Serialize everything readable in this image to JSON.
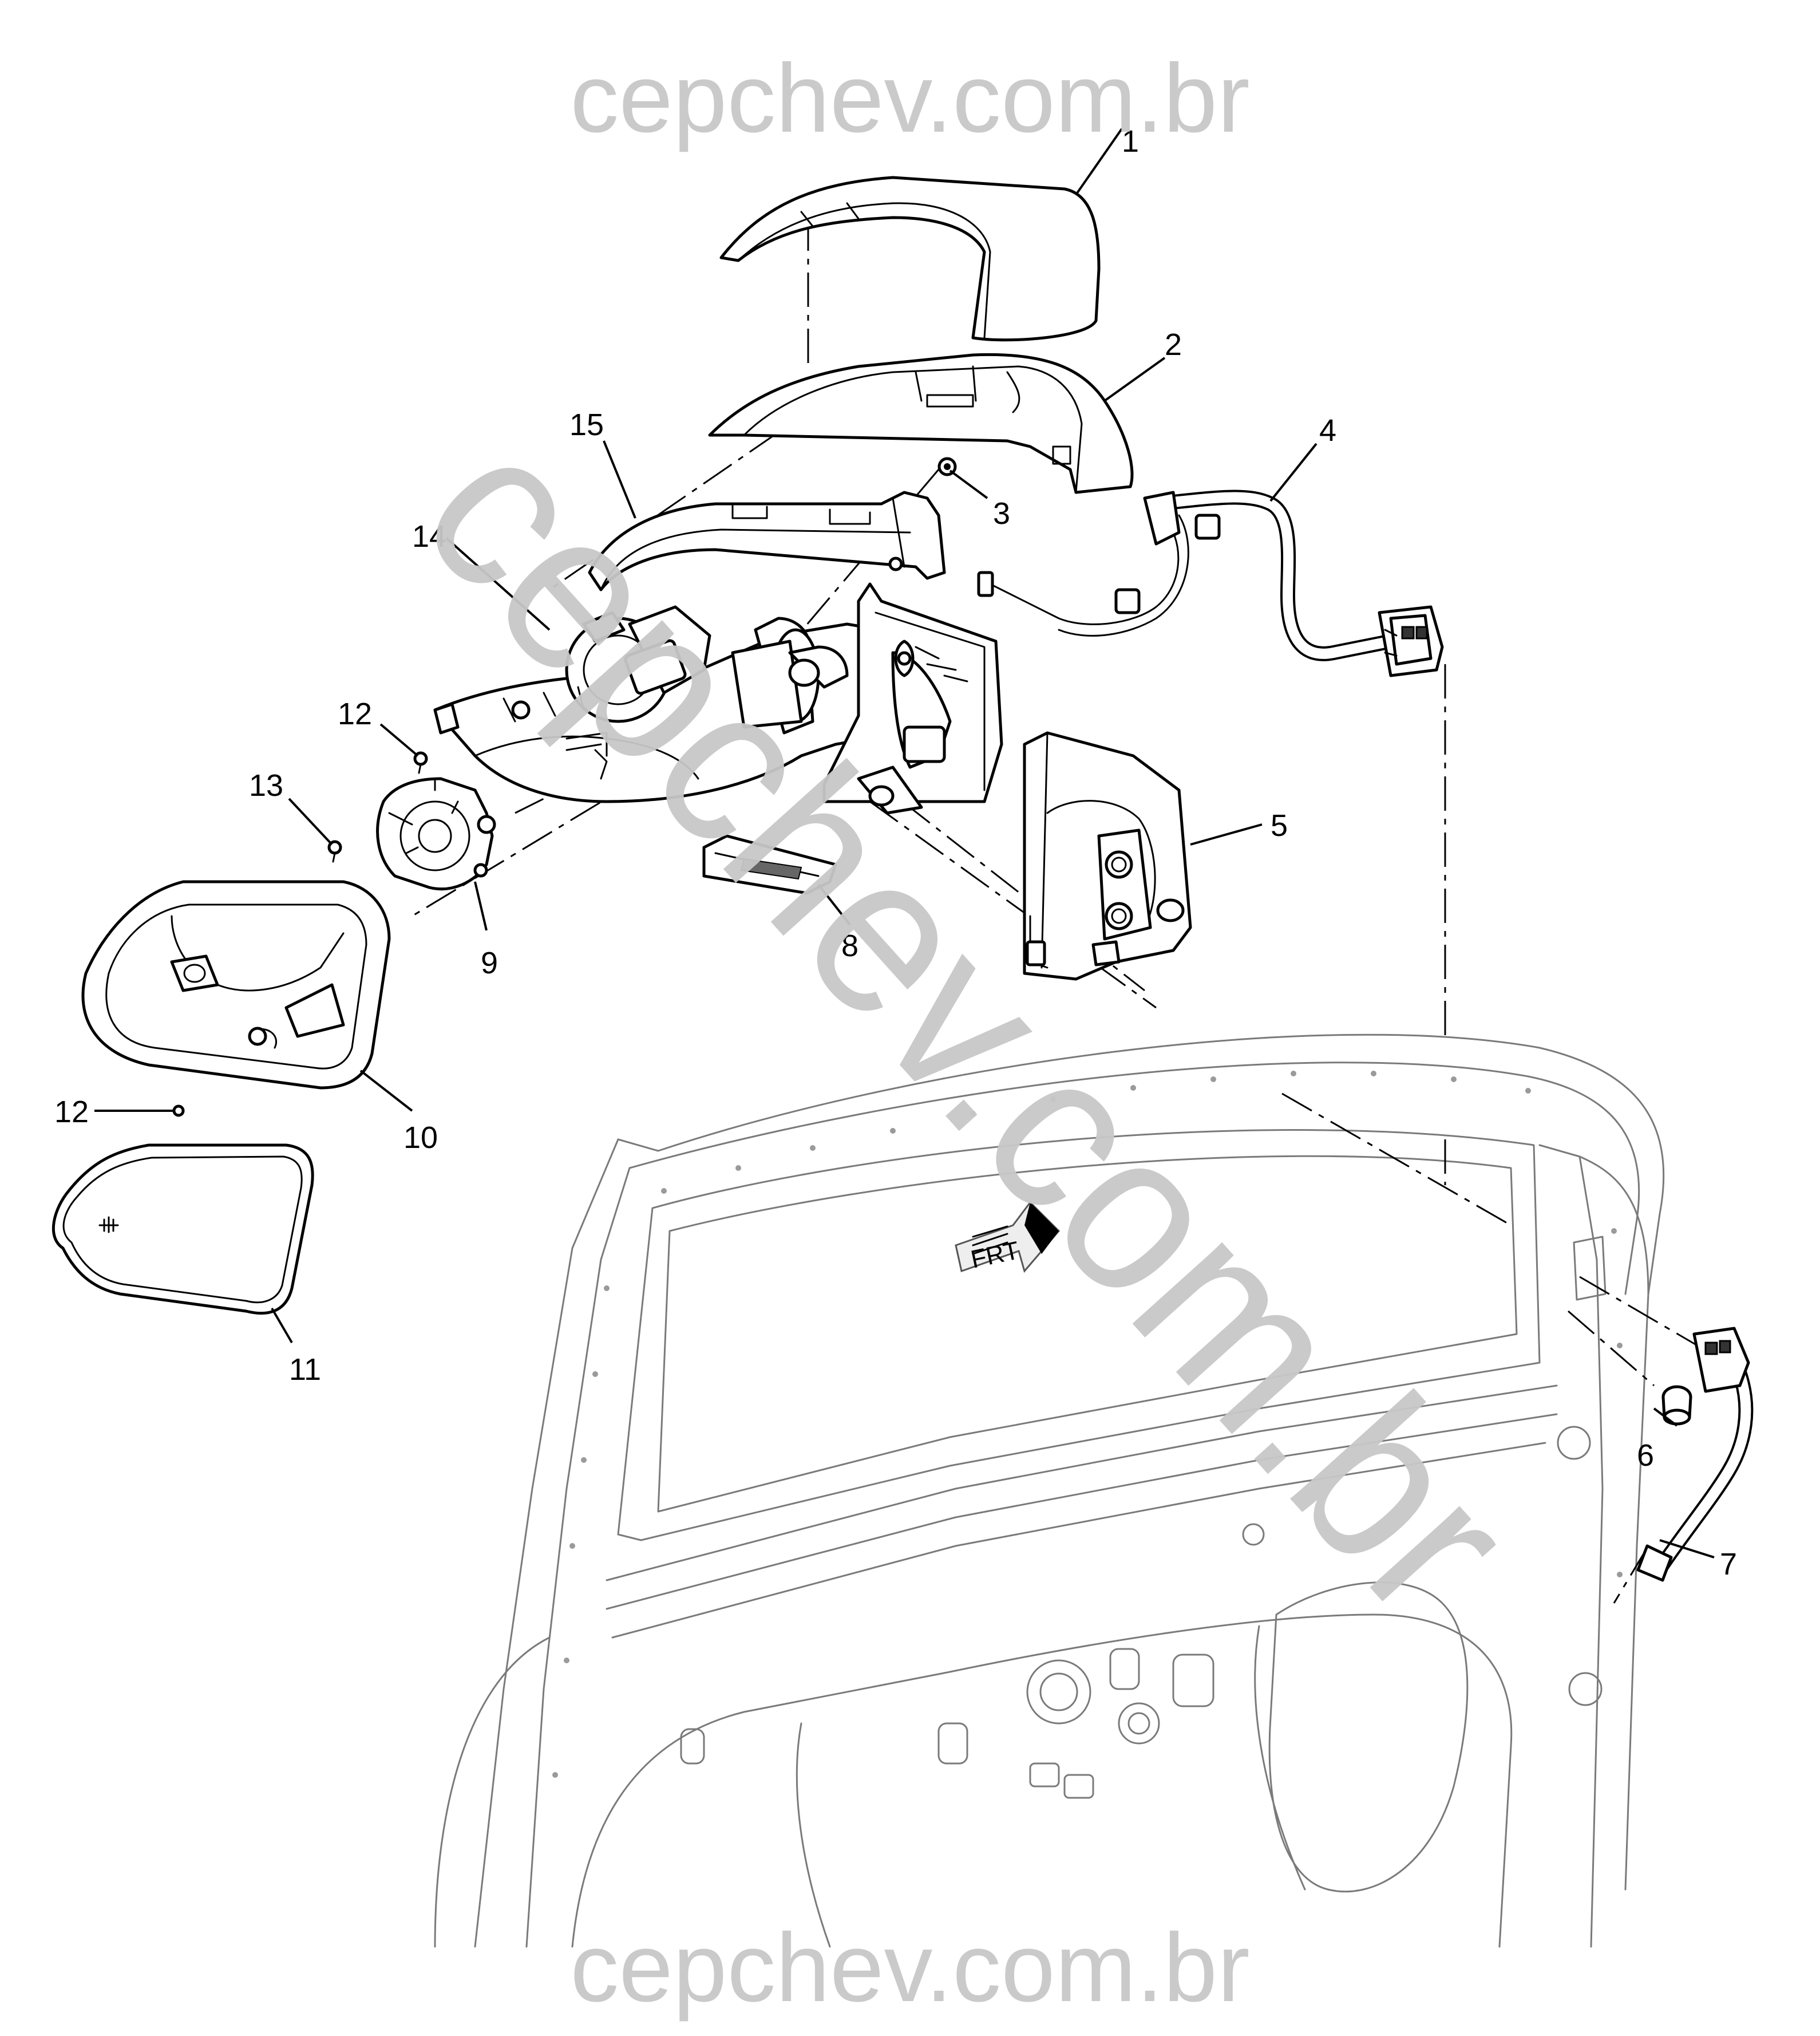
{
  "watermark": {
    "top": "cepchev.com.br",
    "bottom": "cepchev.com.br",
    "diagonal": "cepchev.com.br",
    "color": "#c8c8c8"
  },
  "direction_label": "FRT",
  "callouts": [
    "1",
    "2",
    "3",
    "4",
    "5",
    "6",
    "7",
    "8",
    "9",
    "10",
    "11",
    "12",
    "12",
    "13",
    "14",
    "15"
  ]
}
